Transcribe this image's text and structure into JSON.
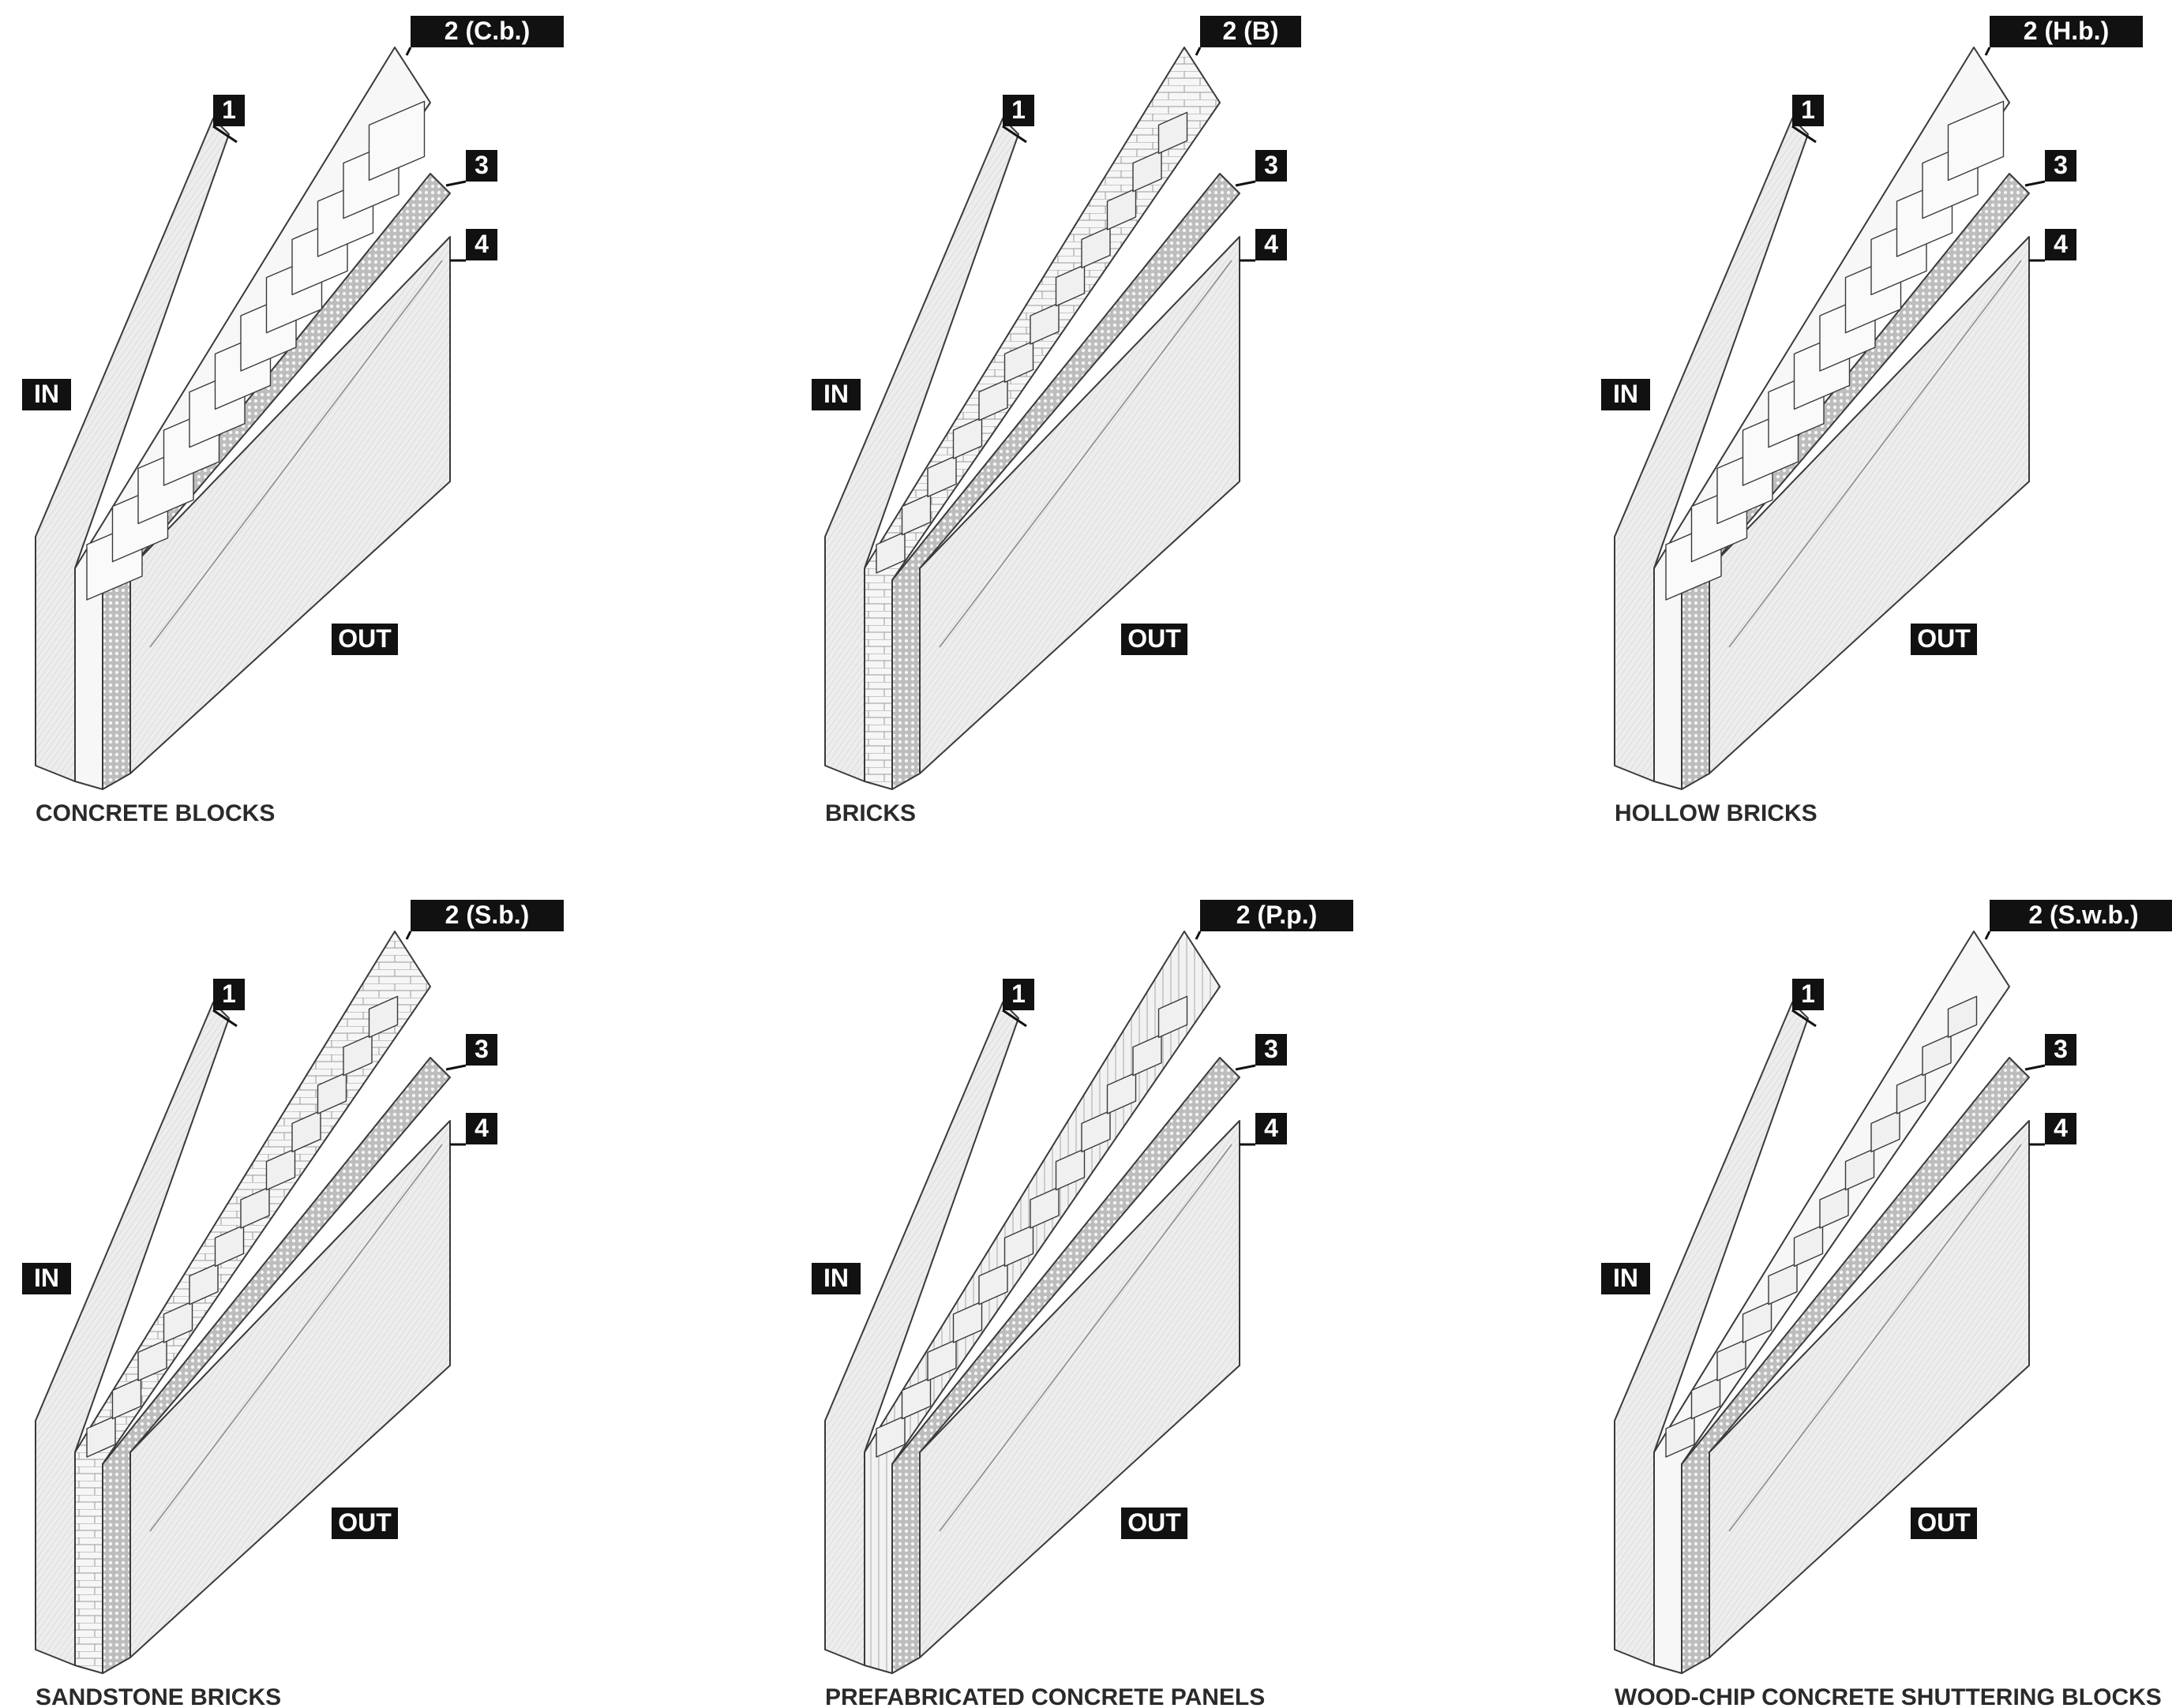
{
  "labels": {
    "inside": "IN",
    "outside": "OUT",
    "layer1": "1",
    "layer3": "3",
    "layer4": "4"
  },
  "panels": [
    {
      "caption": "CONCRETE BLOCKS",
      "layer2": "2 (C.b.)",
      "units": "hollow-blocks"
    },
    {
      "caption": "BRICKS",
      "layer2": "2 (B)",
      "units": "bricks"
    },
    {
      "caption": "HOLLOW BRICKS",
      "layer2": "2 (H.b.)",
      "units": "hollow-bricks"
    },
    {
      "caption": "SANDSTONE BRICKS",
      "layer2": "2 (S.b.)",
      "units": "sandstone-bricks"
    },
    {
      "caption": "PREFABRICATED CONCRETE PANELS",
      "layer2": "2 (P.p.)",
      "units": "panels"
    },
    {
      "caption": "WOOD-CHIP CONCRETE SHUTTERING BLOCKS",
      "layer2": "2 (S.w.b.)",
      "units": "shuttering-blocks"
    }
  ],
  "colors": {
    "plaster": "#ececec",
    "outline": "#3a3a3a",
    "insulation": "#cfcfcf",
    "tag": "#111111",
    "caption": "#2a2a2a"
  }
}
